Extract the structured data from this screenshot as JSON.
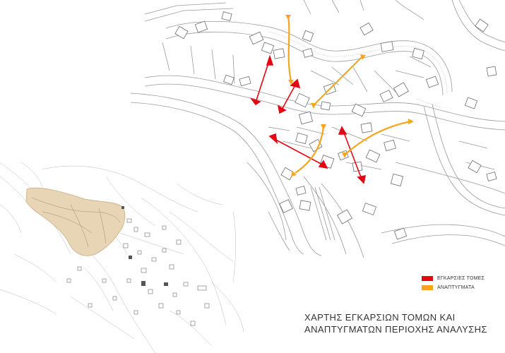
{
  "legend": {
    "sections": {
      "label": "ΕΓΚΑΡΣΙΕΣ ΤΟΜΕΣ",
      "color": "#e30613"
    },
    "elevations": {
      "label": "ΑΝΑΠΤΥΓΜΑΤΑ",
      "color": "#f7a521"
    }
  },
  "title": {
    "line1": "ΧΑΡΤΗΣ ΕΓΚΑΡΣΙΩΝ ΤΟΜΩΝ ΚΑΙ",
    "line2": "ΑΝΑΠΤΥΓΜΑΤΩΝ ΠΕΡΙΟΧΗΣ ΑΝΑΛΥΣΗΣ"
  },
  "colors": {
    "linework": "#9a9a9a",
    "study_area_fill": "#e8d5b5",
    "study_area_stroke": "#c9ad84",
    "dark_building": "#555555"
  },
  "icons": {
    "section_arrow": "triangle-arrow-icon"
  }
}
